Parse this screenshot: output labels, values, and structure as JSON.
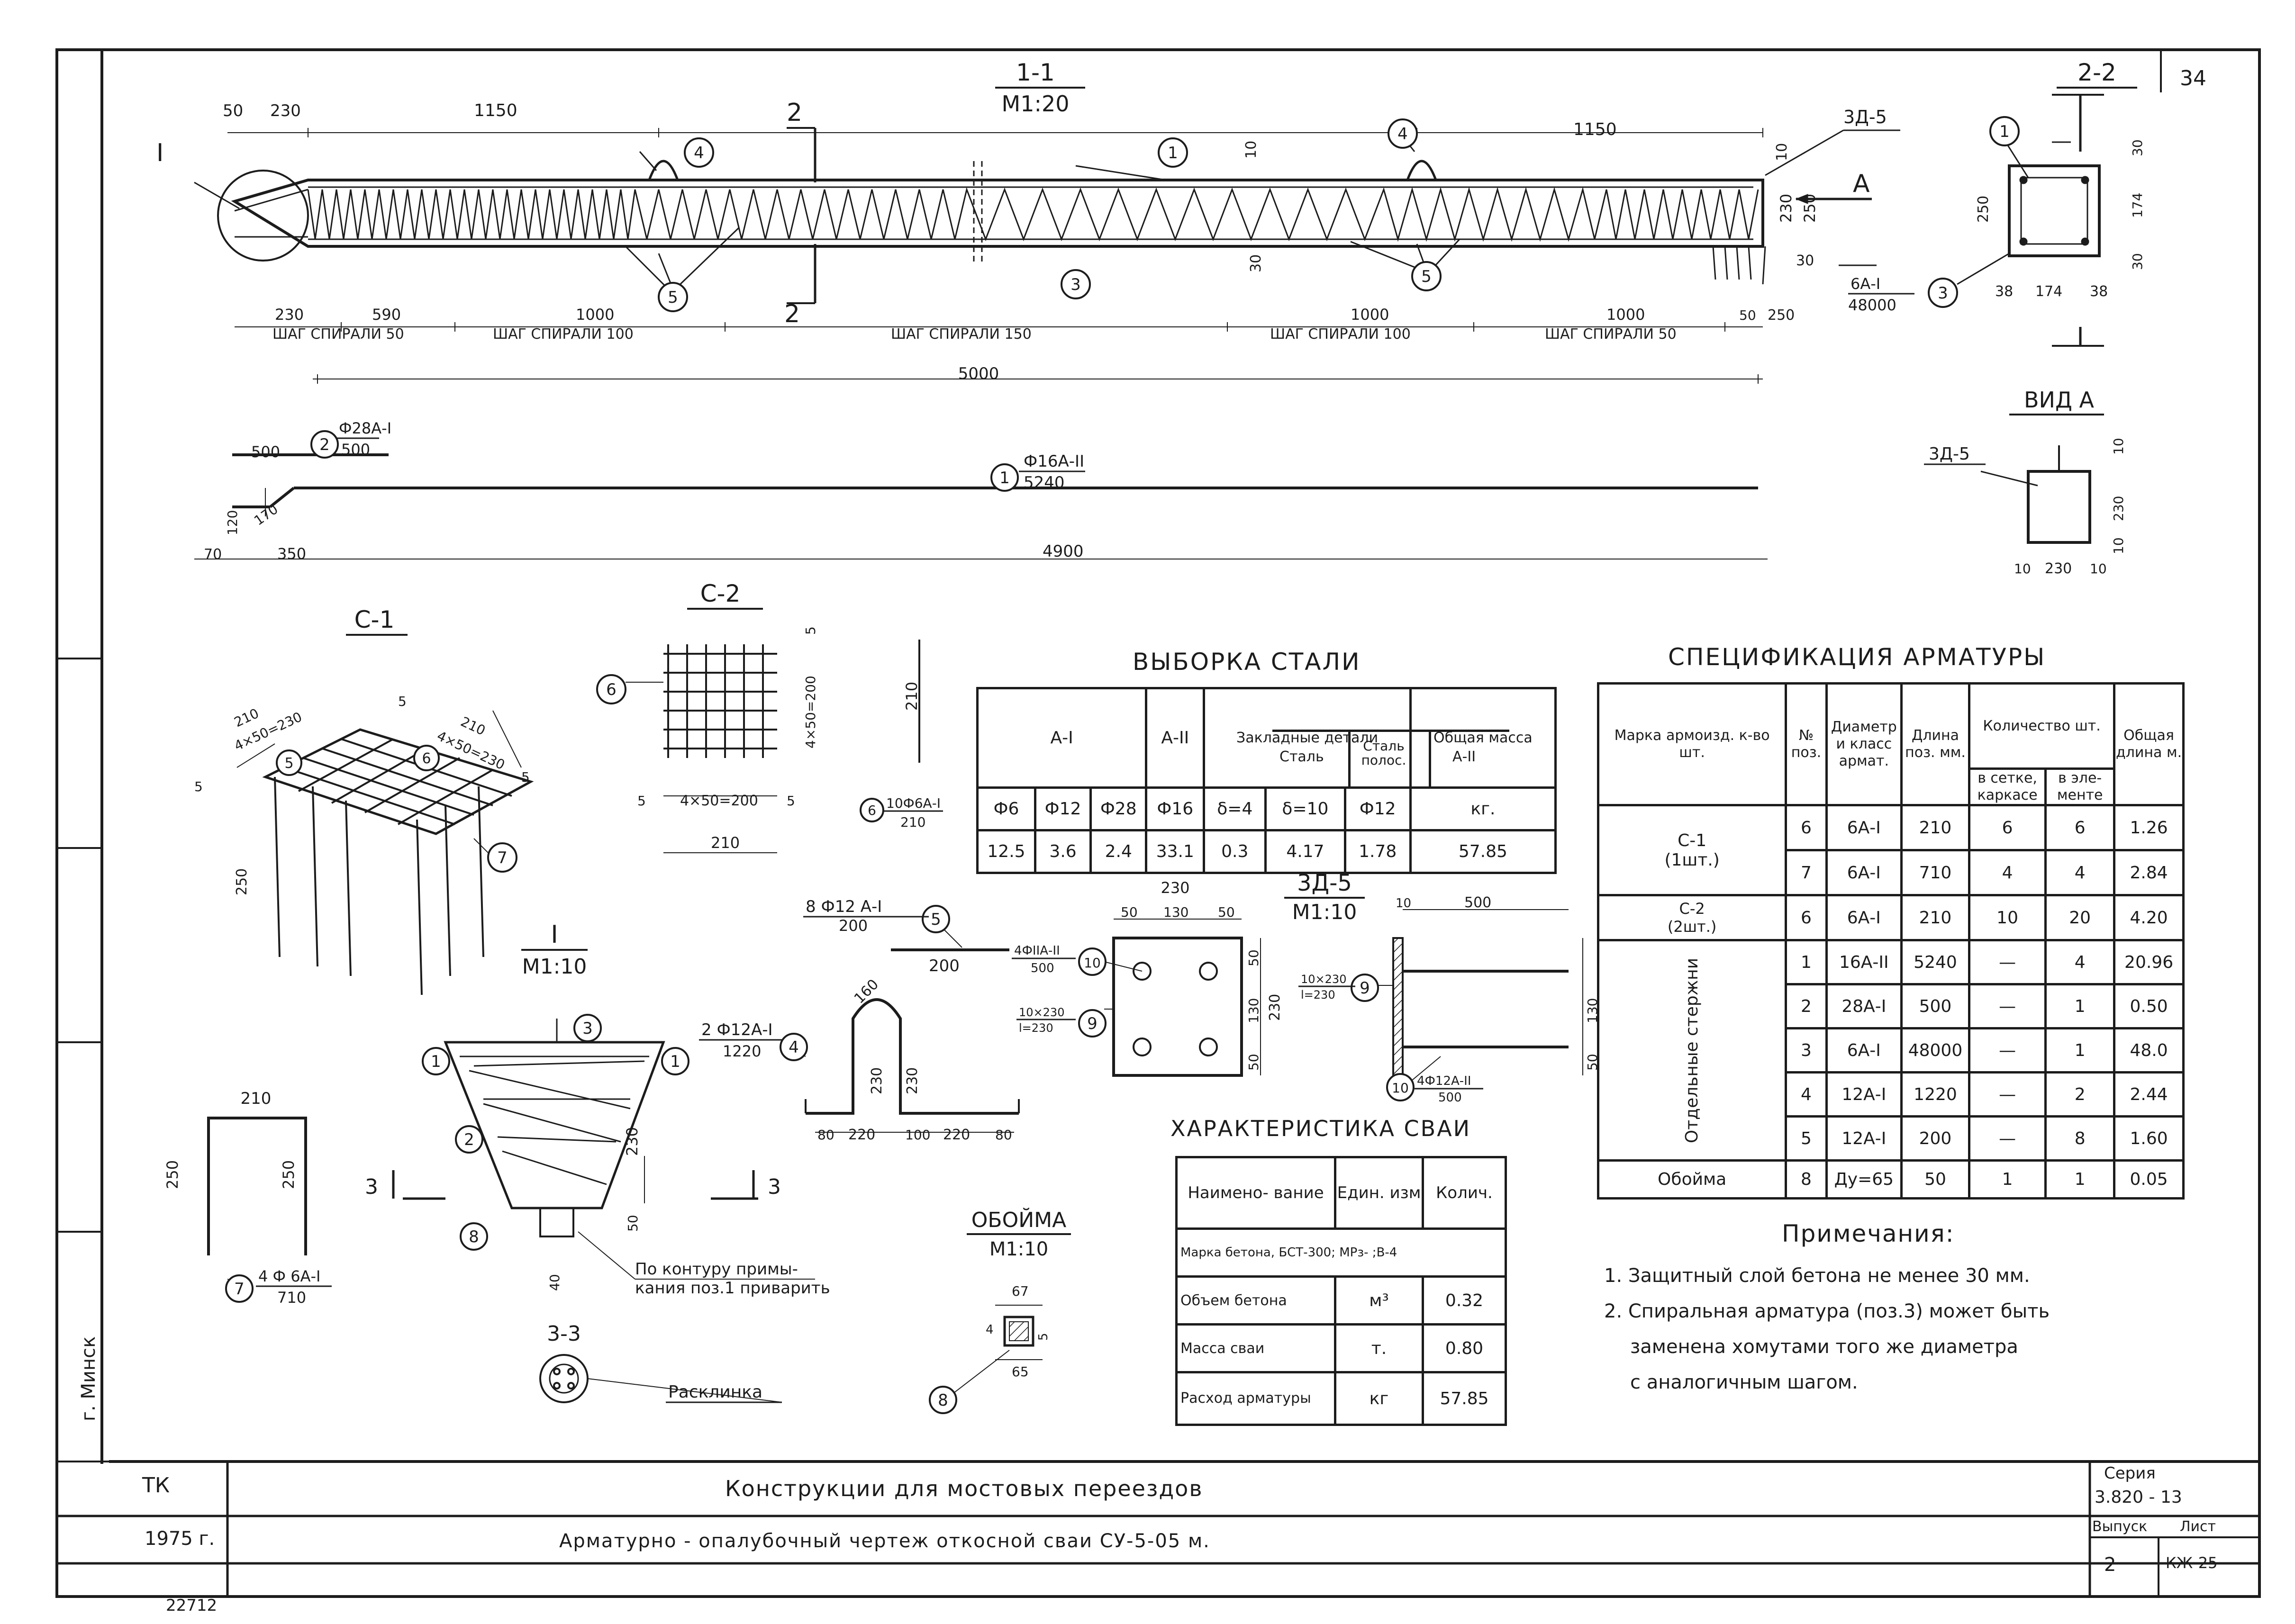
{
  "section_11": {
    "title": "1-1",
    "scale": "М1:20"
  },
  "section_22": {
    "title": "2-2"
  },
  "sheet_corner": "34",
  "top_dims": {
    "d50": "50",
    "d230": "230",
    "d1150_left": "1150",
    "d1150_right": "1150",
    "zd5": "3Д-5",
    "arrow_a": "A",
    "cut2": "2",
    "cut2b": "2",
    "d10": "10",
    "d30": "30",
    "d230v": "230",
    "d250v": "250",
    "d50v": "50",
    "d30v": "30"
  },
  "spiral_row": {
    "d230": "230",
    "d590": "590",
    "d1000a": "1000",
    "d1000b": "1000",
    "d1000c": "1000",
    "d50": "50",
    "d250": "250",
    "s1": "ШАГ  СПИРАЛИ 50",
    "s2": "ШАГ  СПИРАЛИ 100",
    "s3": "ШАГ   СПИРАЛИ  150",
    "s4": "ШАГ  СПИРАЛИ  100",
    "s5": "ШАГ  СПИРАЛИ  50",
    "total": "5000"
  },
  "bar2": {
    "left": "500",
    "label_top": "Ф28А-I",
    "label_bot": "500"
  },
  "bar1": {
    "label_top": "Ф16А-II",
    "label_bot": "5240",
    "d120": "120",
    "d170": "170",
    "d70": "70",
    "d350": "350",
    "total": "4900"
  },
  "sect22": {
    "d250": "250",
    "d30t": "30",
    "d174v": "174",
    "d30b": "30",
    "d38l": "38",
    "d174": "174",
    "d38r": "38",
    "lbl_top": "6А-I",
    "lbl_bot": "48000"
  },
  "vid_a": {
    "title": "ВИД А",
    "zd5": "3Д-5",
    "d10t": "10",
    "d230v": "230",
    "d10b": "10",
    "d10l": "10",
    "d230": "230",
    "d10r": "10"
  },
  "c1": {
    "title": "С-1",
    "d210a": "210",
    "d4x50a": "4×50=230",
    "d5a": "5",
    "d5b": "5",
    "d210b": "210",
    "d4x50b": "4×50=230",
    "d5c": "5",
    "d250": "250"
  },
  "c2": {
    "title": "С-2",
    "d5t": "5",
    "d4x50v": "4×50=200",
    "d210v": "210",
    "d5l": "5",
    "d4x50": "4×50=200",
    "d5r": "5",
    "d210": "210",
    "lbl_top": "10Ф6А-I",
    "lbl_bot": "210"
  },
  "detail_i": {
    "title": "I",
    "scale": "М1:10",
    "d230": "230",
    "d50": "50",
    "d40": "40",
    "cut3": "3",
    "cut3b": "3",
    "weld_note1": "По контуру примы-",
    "weld_note2": "кания поз.1 приварить",
    "sec33": "3-3",
    "wedge": "Расклинка"
  },
  "bar7": {
    "d210": "210",
    "d250l": "250",
    "d250r": "250",
    "lbl_top": "4 Ф 6А-I",
    "lbl_bot": "710"
  },
  "bar5": {
    "lbl_top": "8 Ф12 А-I",
    "lbl_bot": "200",
    "d200": "200"
  },
  "bar4": {
    "lbl_top": "2 Ф12А-I",
    "lbl_bot": "1220",
    "d160": "160",
    "d230a": "230",
    "d230b": "230",
    "d80a": "80",
    "d220a": "220",
    "d100": "100",
    "d220b": "220",
    "d80b": "80"
  },
  "zd5": {
    "title": "3Д-5",
    "scale": "М1:10",
    "d230": "230",
    "d50a": "50",
    "d130": "130",
    "d50b": "50",
    "d50v1": "50",
    "d130v": "130",
    "d50v2": "50",
    "d230v": "230",
    "lbl10_top": "4ФIIА-II",
    "lbl10_bot": "500",
    "lbl9_top": "10×230",
    "lbl9_bot": "l=230",
    "d10": "10",
    "d500": "500",
    "d130r": "130",
    "d50r": "50",
    "lbl9r_top": "10×230",
    "lbl9r_bot": "l=230",
    "lbl10r_top": "4Ф12А-II",
    "lbl10r_bot": "500"
  },
  "oboima": {
    "title": "ОБОЙМА",
    "scale": "М1:10",
    "d67": "67",
    "d65": "65",
    "d4": "4",
    "d5": "5"
  },
  "markers": {
    "m1": "1",
    "m2": "2",
    "m3": "3",
    "m4": "4",
    "m5": "5",
    "m6": "6",
    "m7": "7",
    "m8": "8",
    "m9": "9",
    "m10": "10",
    "mI": "I"
  },
  "vyborka": {
    "title": "ВЫБОРКА   СТАЛИ",
    "h_a1": "А-I",
    "h_a2": "А-II",
    "h_zakl": "Закладные  детали",
    "h_stal": "Сталь",
    "h_stal_pol": "Сталь полос.",
    "h_a2b": "А-II",
    "h_mass": "Общая масса",
    "sub": [
      "Ф6",
      "Ф12",
      "Ф28",
      "Ф16",
      "δ=4",
      "δ=10",
      "Ф12",
      "кг."
    ],
    "vals": [
      "12.5",
      "3.6",
      "2.4",
      "33.1",
      "0.3",
      "4.17",
      "1.78",
      "57.85"
    ]
  },
  "spec": {
    "title": "СПЕЦИФИКАЦИЯ  АРМАТУРЫ",
    "h_mark": "Марка армоизд. к-во шт.",
    "h_pos": "№ поз.",
    "h_diam": "Диаметр и класс армат.",
    "h_len": "Длина поз. мм.",
    "h_qty": "Количество шт.",
    "h_qty_a": "в сетке, каркасе",
    "h_qty_b": "в эле- менте",
    "h_total": "Общая длина м.",
    "c1_name": "С-1",
    "c1_count": "(1шт.)",
    "c2_name": "С-2",
    "c2_count": "(2шт.)",
    "group": "Отдельные стержни",
    "oboima": "Обойма",
    "rows": [
      {
        "pos": "6",
        "diam": "6А-I",
        "len": "210",
        "qa": "6",
        "qb": "6",
        "tot": "1.26"
      },
      {
        "pos": "7",
        "diam": "6А-I",
        "len": "710",
        "qa": "4",
        "qb": "4",
        "tot": "2.84"
      },
      {
        "pos": "6",
        "diam": "6А-I",
        "len": "210",
        "qa": "10",
        "qb": "20",
        "tot": "4.20"
      },
      {
        "pos": "1",
        "diam": "16А-II",
        "len": "5240",
        "qa": "—",
        "qb": "4",
        "tot": "20.96"
      },
      {
        "pos": "2",
        "diam": "28А-I",
        "len": "500",
        "qa": "—",
        "qb": "1",
        "tot": "0.50"
      },
      {
        "pos": "3",
        "diam": "6А-I",
        "len": "48000",
        "qa": "—",
        "qb": "1",
        "tot": "48.0"
      },
      {
        "pos": "4",
        "diam": "12А-I",
        "len": "1220",
        "qa": "—",
        "qb": "2",
        "tot": "2.44"
      },
      {
        "pos": "5",
        "diam": "12А-I",
        "len": "200",
        "qa": "—",
        "qb": "8",
        "tot": "1.60"
      },
      {
        "pos": "8",
        "diam": "Ду=65",
        "len": "50",
        "qa": "1",
        "qb": "1",
        "tot": "0.05"
      }
    ]
  },
  "harakter": {
    "title": "ХАРАКТЕРИСТИКА  СВАИ",
    "h_name": "Наимено- вание",
    "h_unit": "Един. изм",
    "h_qty": "Колич.",
    "beton": "Марка бетона, БСТ-300; МРз-    ;В-4",
    "rows": [
      {
        "name": "Объем бетона",
        "unit": "м³",
        "val": "0.32"
      },
      {
        "name": "Масса сваи",
        "unit": "т.",
        "val": "0.80"
      },
      {
        "name": "Расход арматуры",
        "unit": "кг",
        "val": "57.85"
      }
    ]
  },
  "notes": {
    "title": "Примечания:",
    "n1": "1. Защитный  слой  бетона  не  менее  30 мм.",
    "n2": "2. Спиральная  арматура (поз.3) может  быть",
    "n3": "заменена  хомутами  того  же  диаметра",
    "n4": "с  аналогичным  шагом."
  },
  "title_block": {
    "org": "ТК",
    "year": "1975 г.",
    "main": "Конструкции  для   мостовых   переездов",
    "sub": "Арматурно - опалубочный   чертеж   откосной   сваи   СУ-5-05 м.",
    "series_label": "Серия",
    "series": "3.820 - 13",
    "vyp_label": "Выпуск",
    "vyp": "2",
    "list_label": "Лист",
    "list": "КЖ-25",
    "city": "г. Минск",
    "stamp": "22712"
  }
}
